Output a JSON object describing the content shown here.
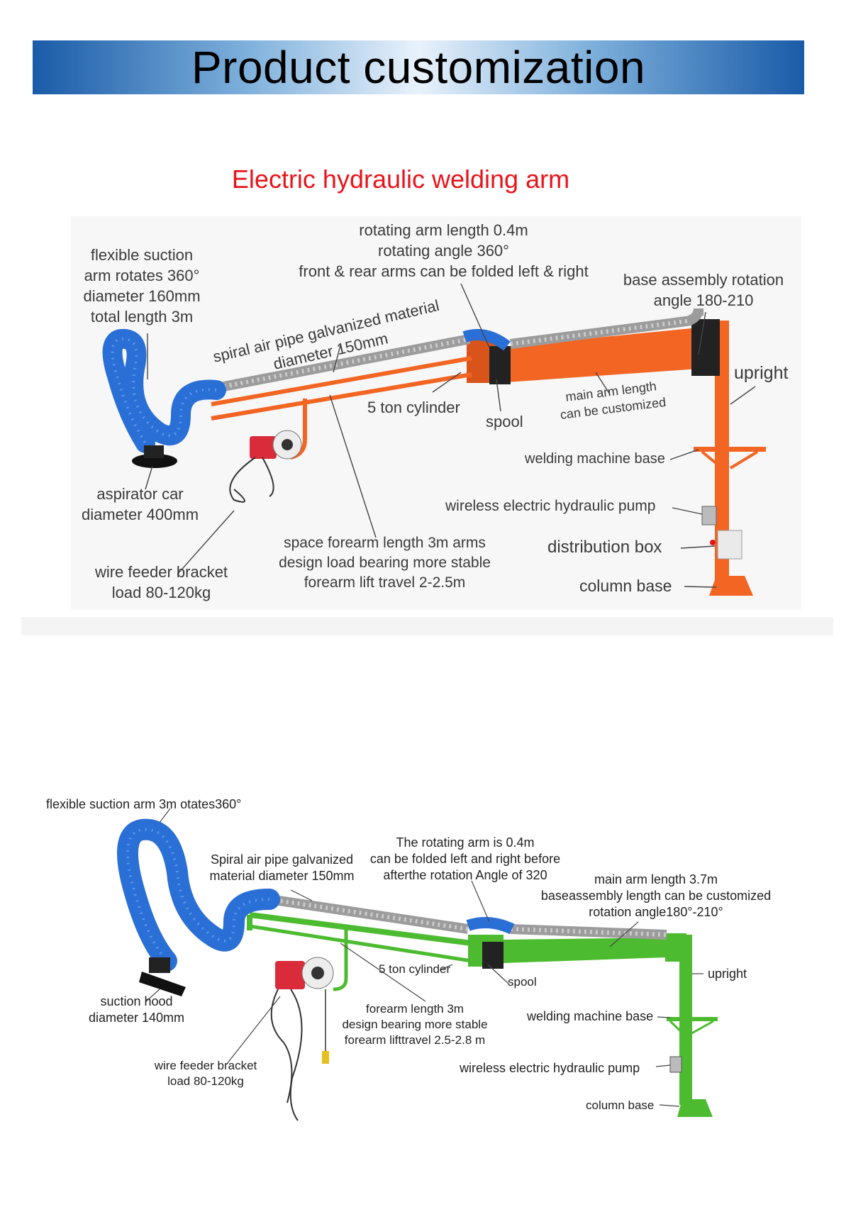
{
  "banner": {
    "title": "Product customization"
  },
  "subtitle": "Electric hydraulic welding arm",
  "diagram1": {
    "flexible_suction": [
      "flexible suction",
      "arm rotates 360°",
      "diameter 160mm",
      "total length 3m"
    ],
    "rotating_arm": [
      "rotating arm length 0.4m",
      "rotating angle 360°",
      "front & rear arms can be folded left & right"
    ],
    "base_rotation": [
      "base assembly rotation",
      "angle 180-210"
    ],
    "spiral_pipe": [
      "spiral air pipe galvanized material",
      "diameter 150mm"
    ],
    "upright": "upright",
    "cylinder": "5 ton cylinder",
    "spool": "spool",
    "main_arm": [
      "main arm length",
      "can be customized"
    ],
    "welding_base": "welding machine base",
    "aspirator": [
      "aspirator car",
      "diameter 400mm"
    ],
    "pump": "wireless electric hydraulic pump",
    "forearm": [
      "space forearm length 3m arms",
      "design load bearing more stable",
      "forearm lift travel 2-2.5m"
    ],
    "distribution_box": "distribution box",
    "wire_feeder": [
      "wire feeder bracket",
      "load 80-120kg"
    ],
    "column_base": "column base"
  },
  "diagram2": {
    "flexible_suction": "flexible suction arm 3m otates360°",
    "rotating_arm": [
      "The rotating arm is 0.4m",
      "can be folded left and right before",
      "afterthe rotation Angle of 320"
    ],
    "spiral_pipe": [
      "Spiral air pipe galvanized",
      "material diameter 150mm"
    ],
    "main_arm": [
      "main arm length 3.7m",
      "baseassembly length can be customized",
      "rotation angle180°-210°"
    ],
    "cylinder": "5 ton cylinder",
    "spool": "spool",
    "upright": "upright",
    "suction_hood": [
      "suction hood",
      "diameter 140mm"
    ],
    "forearm": [
      "forearm length 3m",
      "design bearing more stable",
      "forearm lifttravel 2.5-2.8 m"
    ],
    "welding_base": "welding machine base",
    "wire_feeder": [
      "wire feeder bracket",
      "load 80-120kg"
    ],
    "pump": "wireless electric hydraulic pump",
    "column_base": "column base"
  },
  "colors": {
    "title_red": "#e8141b",
    "arm_orange": "#f26522",
    "arm_green": "#4cbb2f",
    "hose_blue": "#2a6fd6"
  }
}
